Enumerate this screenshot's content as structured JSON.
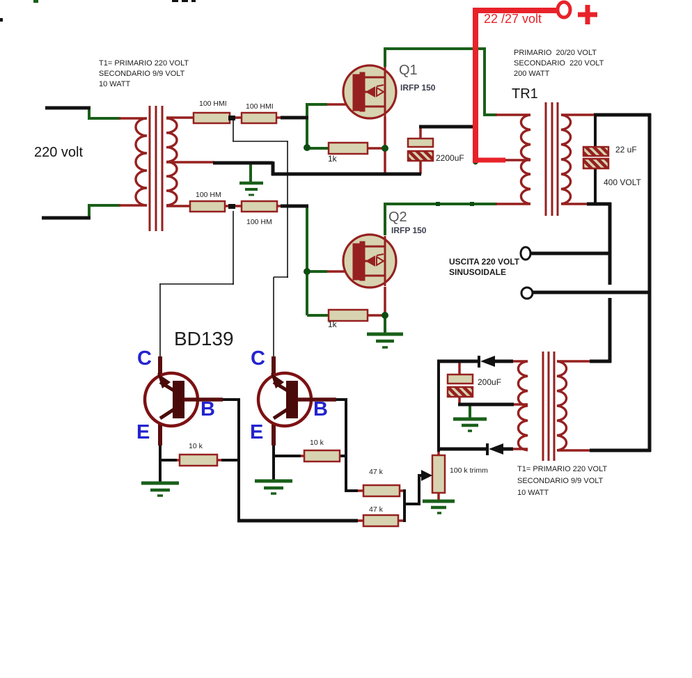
{
  "colors": {
    "wire_dark_red": "#96201f",
    "wire_green": "#1a5f1a",
    "wire_black": "#111111",
    "supply_red": "#e8222a",
    "component_fill": "#d7d3b0",
    "bjt_dark": "#4a0a0a",
    "label_blue": "#2323cf",
    "part_navy": "#3c404e"
  },
  "notes": {
    "t1_top": [
      "T1= PRIMARIO 220 VOLT",
      "SECONDARIO 9/9 VOLT",
      "10 WATT"
    ],
    "tr1": [
      "PRIMARIO  20/20 VOLT",
      "SECONDARIO  220 VOLT",
      "200 WATT"
    ],
    "feedback": [
      "T1= PRIMARIO 220 VOLT",
      "SECONDARIO 9/9 VOLT",
      "10 WATT"
    ],
    "output": [
      "USCITA 220 VOLT",
      "SINUSOIDALE"
    ]
  },
  "power": {
    "supply_label": "22 /27 volt",
    "mains_label": "220 volt"
  },
  "transformers": {
    "tr1": "TR1"
  },
  "mosfets": {
    "q1": "Q1",
    "q1_part": "IRFP 150",
    "q2": "Q2",
    "q2_part": "IRFP 150"
  },
  "transistors": {
    "type": "BD139",
    "t1": {
      "c": "C",
      "b": "B",
      "e": "E"
    },
    "t2": {
      "c": "C",
      "b": "B",
      "e": "E"
    }
  },
  "resistors": {
    "hmi1": "100 HMI",
    "hmi2": "100 HMI",
    "hm1": "100 HM",
    "hm2": "100 HM",
    "gate1": "1k",
    "gate2": "1k",
    "bias1": "10 k",
    "bias2": "10 k",
    "fb1": "47 k",
    "fb2": "47 k",
    "trimmer": "100 k trimm"
  },
  "capacitors": {
    "c_supply": "2200uF",
    "c_out": "22 uF",
    "c_out_rating": "400 VOLT",
    "c_fb": "200uF"
  }
}
